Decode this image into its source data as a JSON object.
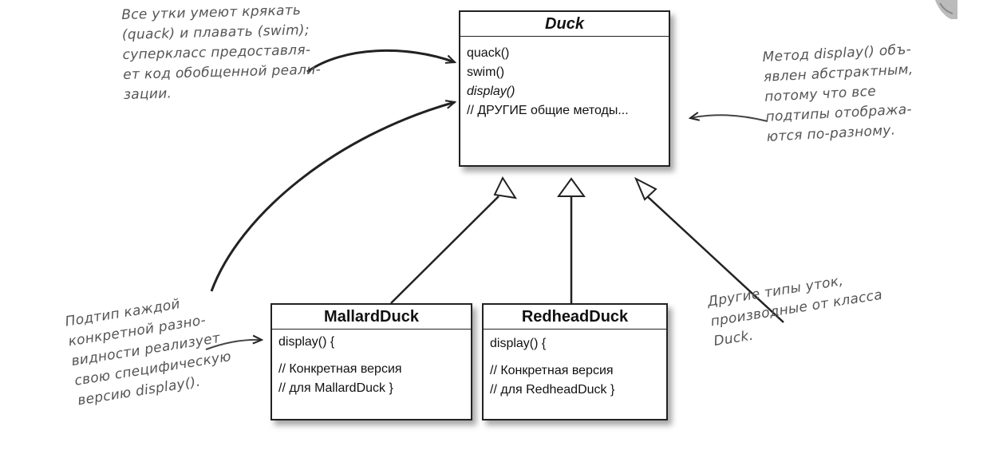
{
  "duck": {
    "name": "Duck",
    "methods": [
      "quack()",
      "swim()",
      "display()",
      "// ДРУГИЕ общие методы..."
    ]
  },
  "mallard": {
    "name": "MallardDuck",
    "line1": "display() {",
    "line2": "// Конкретная версия",
    "line3": "// для MallardDuck }"
  },
  "redhead": {
    "name": "RedheadDuck",
    "line1": "display() {",
    "line2": "// Конкретная версия",
    "line3": "// для RedheadDuck }"
  },
  "notes": {
    "top_left": "Все утки умеют крякать\n(quack) и плавать (swim);\nсуперкласс предоставля-\nет код обобщенной реали-\nзации.",
    "right": "Метод display() объ-\nявлен абстрактным,\nпотому что все\nподтипы отобража-\nются по-разному.",
    "bottom_left": "Подтип каждой\nконкретной разно-\nвидности реализует\nсвою специфическую\nверсию display().",
    "bottom_right": "Другие типы уток,\nпроизводные от класса\nDuck."
  }
}
